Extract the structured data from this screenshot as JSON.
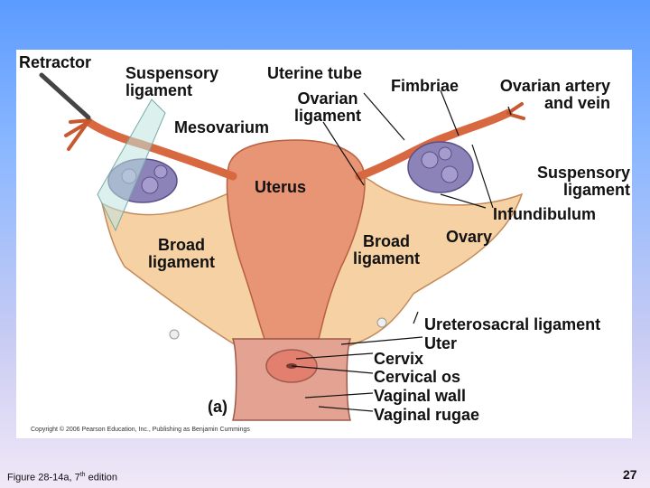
{
  "figure": {
    "labels": {
      "retractor": "Retractor",
      "suspensory_ligament_left": "Suspensory\nligament",
      "uterine_tube": "Uterine tube",
      "fimbriae": "Fimbriae",
      "ovarian_artery_vein": "Ovarian artery\nand vein",
      "ovarian_ligament": "Ovarian\nligament",
      "mesovarium": "Mesovarium",
      "suspensory_ligament_right": "Suspensory\nligament",
      "uterus": "Uterus",
      "infundibulum": "Infundibulum",
      "ovary": "Ovary",
      "broad_ligament_left": "Broad\nligament",
      "broad_ligament_right": "Broad\nligament",
      "ureterosacral_ligament": "Ureterosacral ligament",
      "uter": "Uter",
      "cervix": "Cervix",
      "cervical_os": "Cervical os",
      "vaginal_wall": "Vaginal wall",
      "vaginal_rugae": "Vaginal rugae",
      "panel": "(a)"
    },
    "copyright": "Copyright © 2006 Pearson Education, Inc., Publishing as Benjamin Cummings"
  },
  "footer": {
    "caption_prefix": "Figure 28-14a, 7",
    "caption_sup": "th",
    "caption_suffix": " edition",
    "page_number": "27"
  },
  "colors": {
    "background_top": "#5b9bff",
    "background_bottom": "#f1e8f7",
    "uterus": "#e79575",
    "broad_ligament": "#f5d1a4",
    "ovary": "#8c84b8",
    "tube": "#d8683f"
  }
}
